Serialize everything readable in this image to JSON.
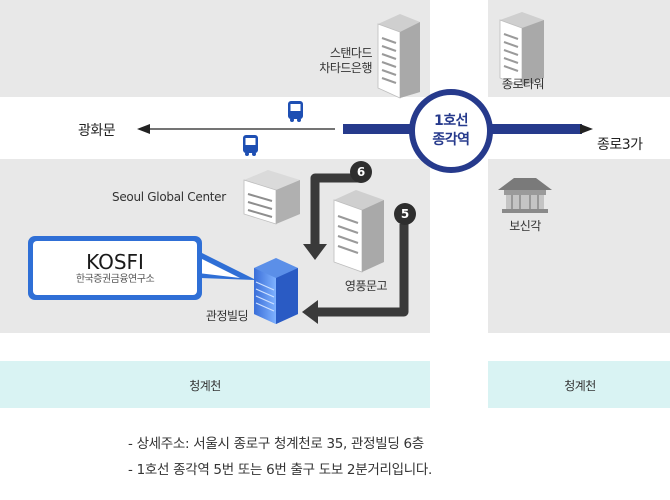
{
  "station": {
    "line": "1호선",
    "name": "종각역"
  },
  "directions": {
    "west": "광화문",
    "east": "종로3가"
  },
  "landmarks": {
    "standard_chartered": "스탠다드\n차타드은행",
    "jongno_tower": "종로타워",
    "seoul_global_center": "Seoul Global Center",
    "bosingak": "보신각",
    "youngpoong": "영풍문고",
    "gwanjeong": "관정빌딩"
  },
  "kosfi": {
    "name": "KOSFI",
    "full_name": "한국증권금융연구소"
  },
  "exits": {
    "exit6": "6",
    "exit5": "5"
  },
  "stream": {
    "left": "청계천",
    "right": "청계천"
  },
  "info": {
    "address": "- 상세주소: 서울시 종로구 청계천로 35, 관정빌딩 6층",
    "directions": "- 1호선 종각역 5번 또는 6번 출구 도보 2분거리입니다."
  },
  "colors": {
    "line1": "#263a8c",
    "kosfi_accent": "#2f6fd6",
    "stream": "#d9f3f3",
    "block": "#e8e8e8",
    "road": "#ffffff",
    "exit_badge": "#2e2e2e"
  }
}
